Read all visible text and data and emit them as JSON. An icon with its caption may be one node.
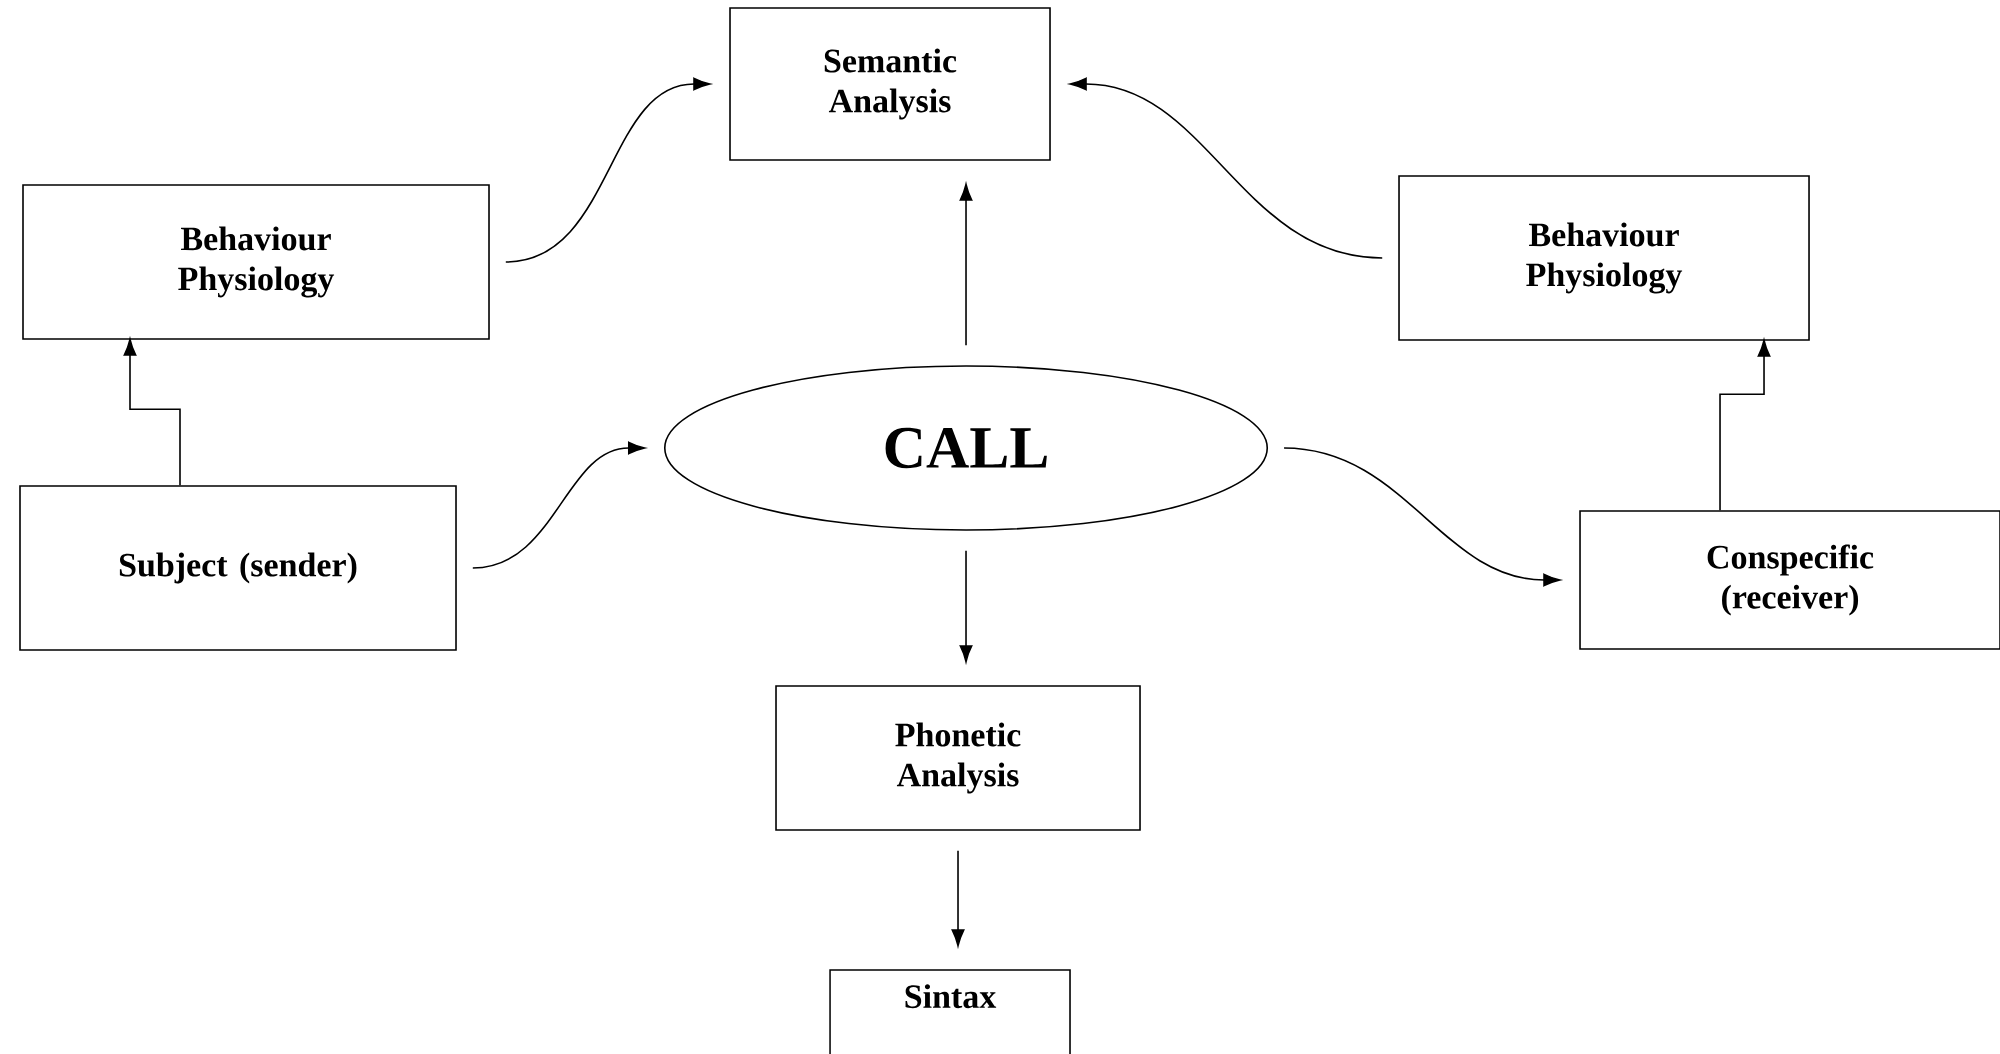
{
  "diagram": {
    "nodes": [
      {
        "text": [
          "Semantic Analysis"
        ]
      },
      {
        "text": [
          "Behaviour Physiology"
        ]
      },
      {
        "text": [
          "Behaviour Physiology"
        ]
      },
      {
        "text": [
          "CALL"
        ]
      },
      {
        "text": [
          "Subject (sender)"
        ]
      },
      {
        "text": [
          "Conspecific (receiver)"
        ]
      },
      {
        "text": [
          "Phonetic Analysis"
        ]
      },
      {
        "text": [
          "Sintax"
        ]
      }
    ],
    "edges": [
      {
        "from": 1,
        "to": 0,
        "arrow": "to"
      },
      {
        "from": 2,
        "to": 0,
        "arrow": "to"
      },
      {
        "from": 3,
        "to": 0,
        "arrow": "to"
      },
      {
        "from": 4,
        "to": 1,
        "arrow": "to"
      },
      {
        "from": 5,
        "to": 2,
        "arrow": "to"
      },
      {
        "from": 4,
        "to": 3,
        "arrow": "to"
      },
      {
        "from": 3,
        "to": 5,
        "arrow": "to"
      },
      {
        "from": 3,
        "to": 6,
        "arrow": "to"
      },
      {
        "from": 6,
        "to": 7,
        "arrow": "to"
      }
    ]
  }
}
